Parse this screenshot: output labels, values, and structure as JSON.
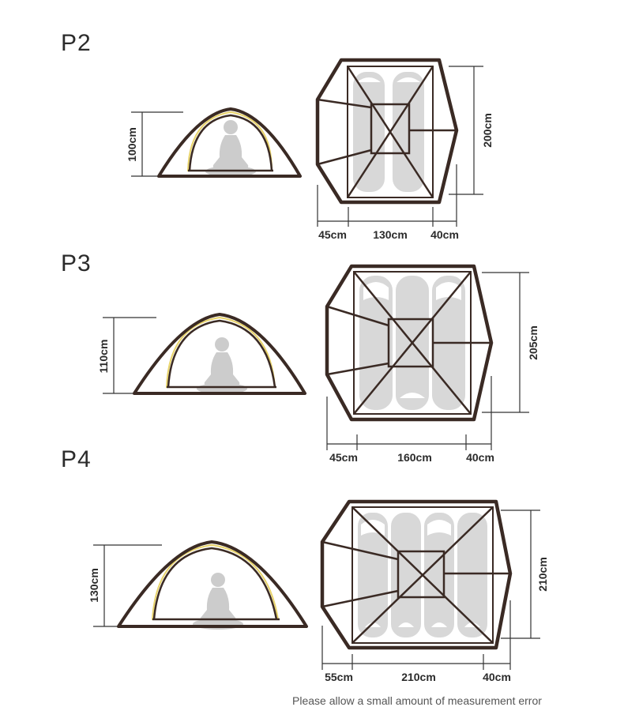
{
  "colors": {
    "frame": "#3a2a24",
    "mat": "#d8d8d8",
    "figure": "#cccccc",
    "yellow": "#e8d36a",
    "dim_line": "#333333"
  },
  "footer_note": "Please allow a small amount of measurement error",
  "models": [
    {
      "label": "P2",
      "height": "100cm",
      "length": "200cm",
      "vestibule_front": "45cm",
      "inner_width": "130cm",
      "vestibule_back": "40cm",
      "sleeping_pads": 2
    },
    {
      "label": "P3",
      "height": "110cm",
      "length": "205cm",
      "vestibule_front": "45cm",
      "inner_width": "160cm",
      "vestibule_back": "40cm",
      "sleeping_pads": 3
    },
    {
      "label": "P4",
      "height": "130cm",
      "length": "210cm",
      "vestibule_front": "55cm",
      "inner_width": "210cm",
      "vestibule_back": "40cm",
      "sleeping_pads": 4
    }
  ]
}
